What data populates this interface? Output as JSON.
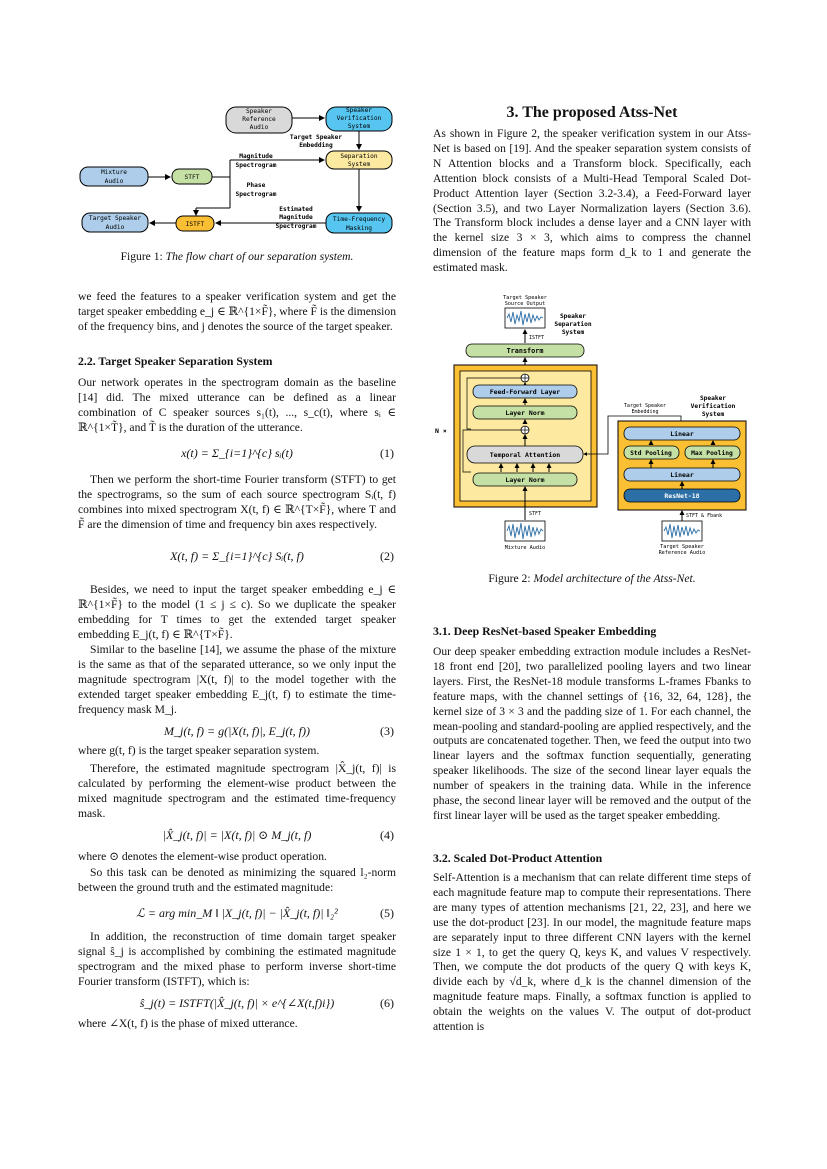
{
  "figure1": {
    "boxes": {
      "speaker_ref": [
        "Speaker",
        "Reference",
        "Audio"
      ],
      "speaker_ver": [
        "Speaker",
        "Verification",
        "System"
      ],
      "separation": [
        "Separation",
        "System"
      ],
      "mixture": [
        "Mixture",
        "Audio"
      ],
      "stft": "STFT",
      "istft": "ISTFT",
      "target_audio": [
        "Target Speaker",
        "Audio"
      ],
      "tf_mask": [
        "Time-Frequency",
        "Masking"
      ]
    },
    "labels": {
      "tse": [
        "Target Speaker",
        "Embedding"
      ],
      "mag": [
        "Magnitude",
        "Spectrogram"
      ],
      "phase": [
        "Phase",
        "Spectrogram"
      ],
      "est": [
        "Estimated",
        "Magnitude",
        "Spectrogram"
      ]
    },
    "caption_prefix": "Figure 1: ",
    "caption_text": "The flow chart of our separation system."
  },
  "left_para1": "we feed the features to a speaker verification system and get the target speaker embedding e_j ∈ ℝ^{1×F̃}, where F̃ is the dimension of the frequency bins, and j denotes the source of the target speaker.",
  "sec22": "2.2. Target Speaker Separation System",
  "p22a": "Our network operates in the spectrogram domain as the baseline [14] did. The mixed utterance can be defined as a linear combination of C speaker sources s₁(t), ..., s_c(t), where sᵢ ∈ ℝ^{1×T̃}, and T̃ is the duration of the utterance.",
  "eq1": "x(t) = Σ_{i=1}^{c} sᵢ(t)",
  "eq1n": "(1)",
  "p22b": "Then we perform the short-time Fourier transform (STFT) to get the spectrograms, so the sum of each source spectrogram Sᵢ(t, f) combines into mixed spectrogram X(t, f) ∈ ℝ^{T×F̃}, where T and F̃ are the dimension of time and frequency bin axes respectively.",
  "eq2": "X(t, f) = Σ_{i=1}^{c} Sᵢ(t, f)",
  "eq2n": "(2)",
  "p22c": "Besides, we need to input the target speaker embedding e_j ∈ ℝ^{1×F̃} to the model (1 ≤ j ≤ c). So we duplicate the speaker embedding for T times to get the extended target speaker embedding E_j(t, f) ∈ ℝ^{T×F̃}.",
  "p22d": "Similar to the baseline [14], we assume the phase of the mixture is the same as that of the separated utterance, so we only input the magnitude spectrogram |X(t, f)| to the model together with the extended target speaker embedding E_j(t, f) to estimate the time-frequency mask M_j.",
  "eq3": "M_j(t, f) = g(|X(t, f)|, E_j(t, f))",
  "eq3n": "(3)",
  "p22e": "where g(t, f) is the target speaker separation system.",
  "p22f": "Therefore, the estimated magnitude spectrogram |X̂_j(t, f)| is calculated by performing the element-wise product between the mixed magnitude spectrogram and the estimated time-frequency mask.",
  "eq4": "|X̂_j(t, f)| = |X(t, f)| ⊙ M_j(t, f)",
  "eq4n": "(4)",
  "p22g": "where ⊙ denotes the element-wise product operation.",
  "p22h": "So this task can be denoted as minimizing the squared l₂-norm between the ground truth and the estimated magnitude:",
  "eq5": "ℒ = arg min_M ‖ |X_j(t, f)| − |X̂_j(t, f)| ‖₂²",
  "eq5n": "(5)",
  "p22i": "In addition, the reconstruction of time domain target speaker signal ŝ_j is accomplished by combining the estimated magnitude spectrogram and the mixed phase to perform inverse short-time Fourier transform (ISTFT), which is:",
  "eq6": "ŝ_j(t) = ISTFT(|X̂_j(t, f)| × e^{∠X(t,f)i})",
  "eq6n": "(6)",
  "p22j": "where ∠X(t, f) is the phase of mixed utterance.",
  "sec3": "3. The proposed Atss-Net",
  "p3": "As shown in Figure 2, the speaker verification system in our Atss-Net is based on [19]. And the speaker separation system consists of N Attention blocks and a Transform block. Specifically, each Attention block consists of a Multi-Head Temporal Scaled Dot-Product Attention layer (Section 3.2-3.4), a Feed-Forward layer (Section 3.5), and two Layer Normalization layers (Section 3.6). The Transform block includes a dense layer and a CNN layer with the kernel size 3 × 3, which aims to compress the channel dimension of the feature maps form d_k to 1 and generate the estimated mask.",
  "figure2": {
    "tso": [
      "Target Speaker",
      "Source Output"
    ],
    "sss": [
      "Speaker",
      "Separation",
      "System"
    ],
    "istft": "ISTFT",
    "transform": "Transform",
    "ffl": "Feed-Forward Layer",
    "ln1": "Layer Norm",
    "ta": "Temporal Attention",
    "ln2": "Layer Norm",
    "nx": "N ×",
    "tse": [
      "Target Speaker",
      "Embedding"
    ],
    "svs": [
      "Speaker",
      "Verification",
      "System"
    ],
    "linear1": "Linear",
    "stdpool": "Std Pooling",
    "maxpool": "Max Pooling",
    "linear2": "Linear",
    "resnet": "ResNet-18",
    "stft": "STFT",
    "stftfb": "STFT & Fbank",
    "mix": "Mixture Audio",
    "tsra": [
      "Target Speaker",
      "Reference Audio"
    ],
    "caption_prefix": "Figure 2: ",
    "caption_text": "Model architecture of the Atss-Net."
  },
  "sec31": "3.1. Deep ResNet-based Speaker Embedding",
  "p31": "Our deep speaker embedding extraction module includes a ResNet-18 front end [20], two parallelized pooling layers and two linear layers. First, the ResNet-18 module transforms L-frames Fbanks to feature maps, with the channel settings of {16, 32, 64, 128}, the kernel size of 3 × 3 and the padding size of 1. For each channel, the mean-pooling and standard-pooling are applied respectively, and the outputs are concatenated together. Then, we feed the output into two linear layers and the softmax function sequentially, generating speaker likelihoods. The size of the second linear layer equals the number of speakers in the training data. While in the inference phase, the second linear layer will be removed and the output of the first linear layer will be used as the target speaker embedding.",
  "sec32": "3.2. Scaled Dot-Product Attention",
  "p32": "Self-Attention is a mechanism that can relate different time steps of each magnitude feature map to compute their representations. There are many types of attention mechanisms [21, 22, 23], and here we use the dot-product [23]. In our model, the magnitude feature maps are separately input to three different CNN layers with the kernel size 1 × 1, to get the query Q, keys K, and values V respectively. Then, we compute the dot products of the query Q with keys K, divide each by √d_k, where d_k is the channel dimension of the magnitude feature maps. Finally, a softmax function is applied to obtain the weights on the values V. The output of dot-product attention is",
  "colors": {
    "gray": "#d9d9d9",
    "cyan": "#56c5f0",
    "yellow": "#fde9a0",
    "green": "#c5e0a5",
    "orange": "#fbbf33",
    "blue": "#aecdea",
    "navy": "#2c6ea6"
  }
}
